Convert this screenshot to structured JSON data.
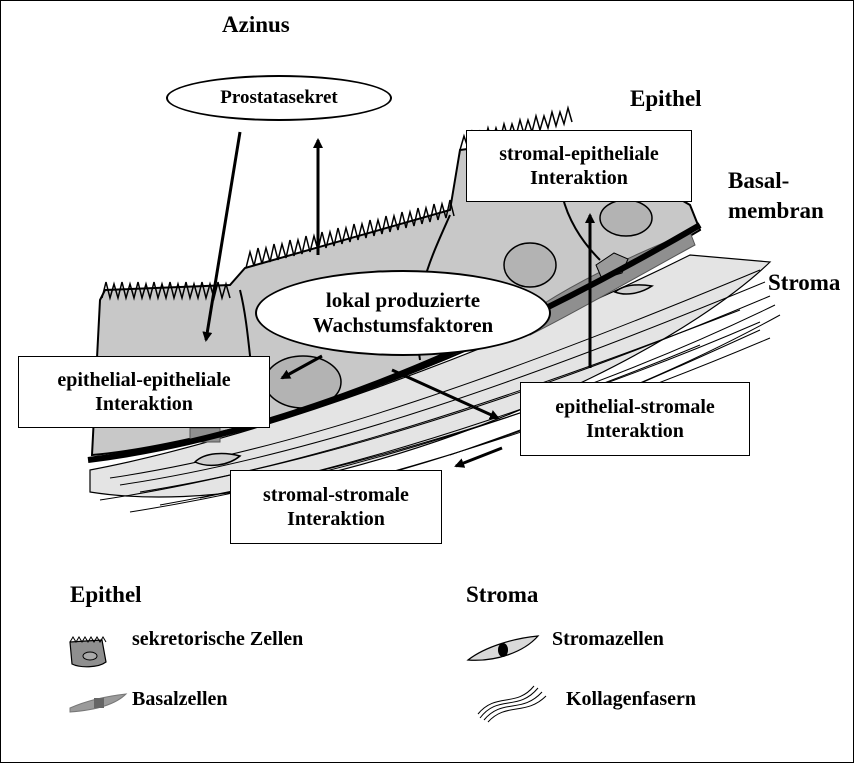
{
  "title": "Azinus",
  "secretion": "Prostatasekret",
  "labels": {
    "epithel": "Epithel",
    "basal_line1": "Basal-",
    "basal_line2": "membran",
    "stroma": "Stroma"
  },
  "growth_factors": {
    "line1": "lokal produzierte",
    "line2": "Wachstumsfaktoren"
  },
  "interactions": {
    "stromal_epithelial": {
      "line1": "stromal-epitheliale",
      "line2": "Interaktion"
    },
    "epithelial_epithelial": {
      "line1": "epithelial-epitheliale",
      "line2": "Interaktion"
    },
    "epithelial_stromal": {
      "line1": "epithelial-stromale",
      "line2": "Interaktion"
    },
    "stromal_stromal": {
      "line1": "stromal-stromale",
      "line2": "Interaktion"
    }
  },
  "legend": {
    "epithel_heading": "Epithel",
    "stroma_heading": "Stroma",
    "items": {
      "secretory": "sekretorische Zellen",
      "basal": "Basalzellen",
      "stromal_cells": "Stromazellen",
      "collagen": "Kollagenfasern"
    }
  },
  "colors": {
    "cell_fill": "#c8c8c8",
    "basal_cell_fill": "#8f8f8f",
    "stroma_fill": "#e4e4e4",
    "outline": "#000000"
  }
}
